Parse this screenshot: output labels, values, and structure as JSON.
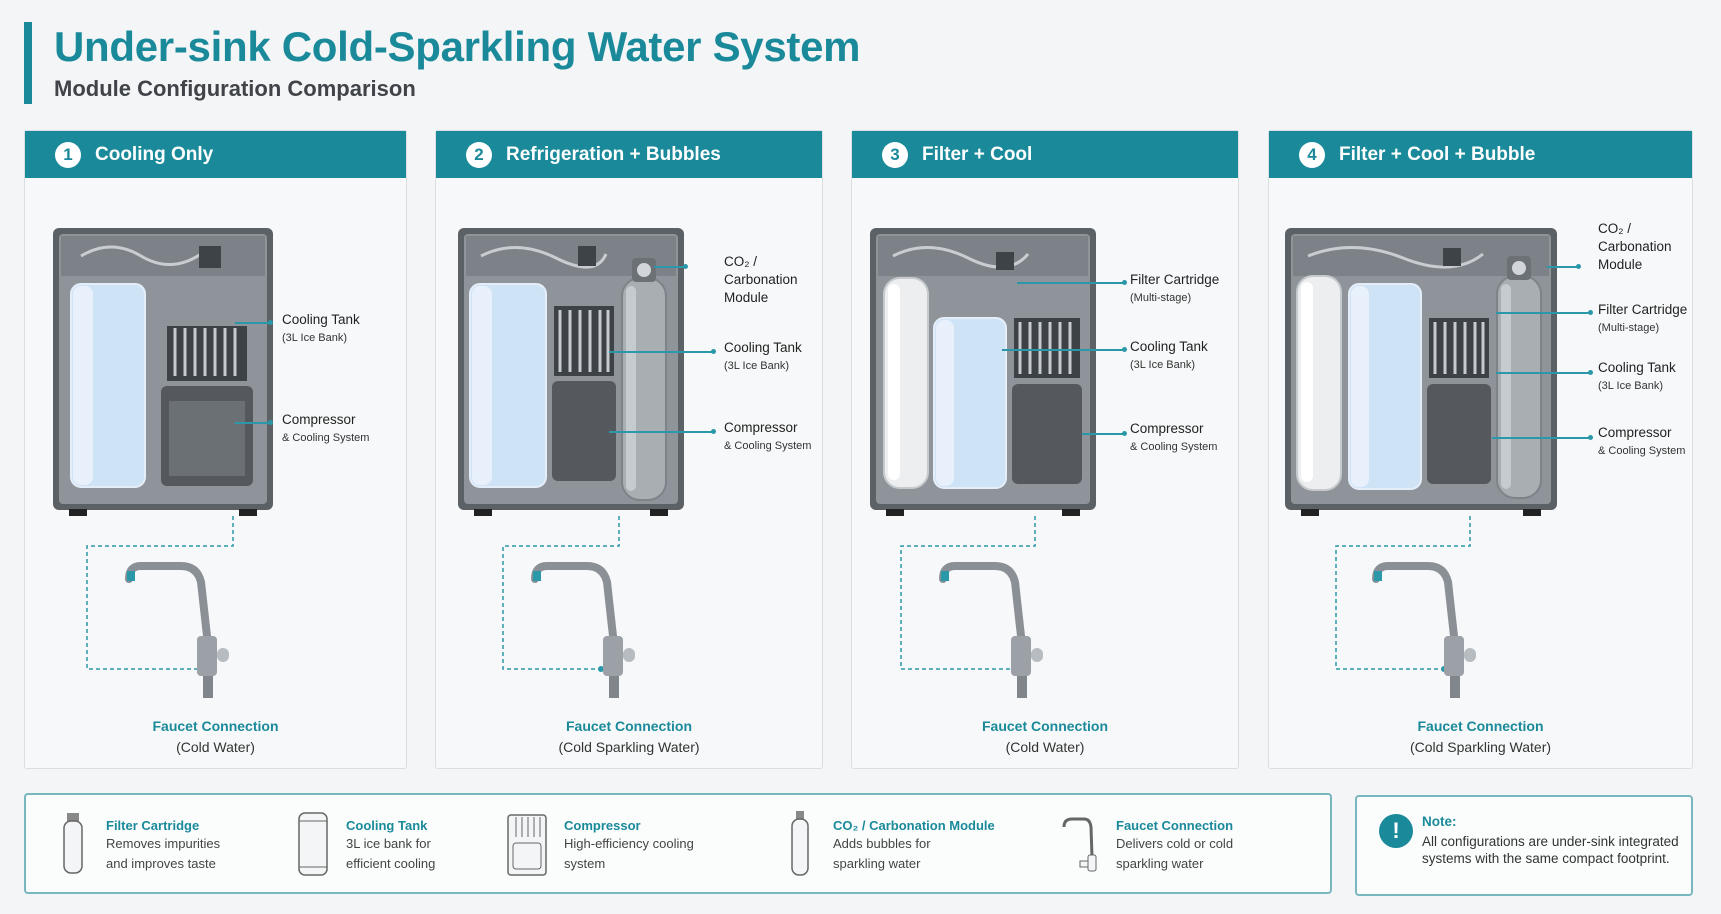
{
  "header": {
    "title": "Under-sink Cold-Sparkling Water System",
    "subtitle": "Module Configuration Comparison"
  },
  "panels": [
    {
      "number": "1",
      "title": "Cooling Only",
      "callouts": [
        {
          "main": "Cooling Tank",
          "sub": "(3L Ice Bank)"
        },
        {
          "main": "Compressor",
          "sub": "& Cooling System"
        }
      ],
      "faucet": {
        "title": "Faucet Connection",
        "sub": "(Cold Water)"
      }
    },
    {
      "number": "2",
      "title": "Refrigeration + Bubbles",
      "callouts": [
        {
          "main": "CO₂ / Carbonation Module",
          "sub": ""
        },
        {
          "main": "Cooling Tank",
          "sub": "(3L Ice Bank)"
        },
        {
          "main": "Compressor",
          "sub": "& Cooling System"
        }
      ],
      "faucet": {
        "title": "Faucet Connection",
        "sub": "(Cold Sparkling Water)"
      }
    },
    {
      "number": "3",
      "title": "Filter + Cool",
      "callouts": [
        {
          "main": "Filter Cartridge",
          "sub": "(Multi-stage)"
        },
        {
          "main": "Cooling Tank",
          "sub": "(3L Ice Bank)"
        },
        {
          "main": "Compressor",
          "sub": "& Cooling System"
        }
      ],
      "faucet": {
        "title": "Faucet Connection",
        "sub": "(Cold Water)"
      }
    },
    {
      "number": "4",
      "title": "Filter + Cool + Bubble",
      "callouts": [
        {
          "main": "CO₂ / Carbonation Module",
          "sub": ""
        },
        {
          "main": "Filter Cartridge",
          "sub": "(Multi-stage)"
        },
        {
          "main": "Cooling Tank",
          "sub": "(3L Ice Bank)"
        },
        {
          "main": "Compressor",
          "sub": "& Cooling System"
        }
      ],
      "faucet": {
        "title": "Faucet Connection",
        "sub": "(Cold Sparkling Water)"
      }
    }
  ],
  "legend": [
    {
      "icon": "filter-cartridge-icon",
      "title": "Filter Cartridge",
      "desc1": "Removes impurities",
      "desc2": "and improves taste"
    },
    {
      "icon": "cooling-tank-icon",
      "title": "Cooling Tank",
      "desc1": "3L ice bank for",
      "desc2": "efficient cooling"
    },
    {
      "icon": "compressor-icon",
      "title": "Compressor",
      "desc1": "High-efficiency cooling",
      "desc2": "system"
    },
    {
      "icon": "co2-cylinder-icon",
      "title": "CO₂ / Carbonation Module",
      "desc1": "Adds bubbles for",
      "desc2": "sparkling water"
    },
    {
      "icon": "faucet-icon",
      "title": "Faucet Connection",
      "desc1": "Delivers cold or cold",
      "desc2": "sparkling water"
    }
  ],
  "note": {
    "title": "Note:",
    "body": "All configurations are under-sink integrated systems with the same compact footprint."
  },
  "colors": {
    "accent": "#1a8a9b",
    "tank": "#cfe3f7",
    "leader": "#2a98a8"
  }
}
